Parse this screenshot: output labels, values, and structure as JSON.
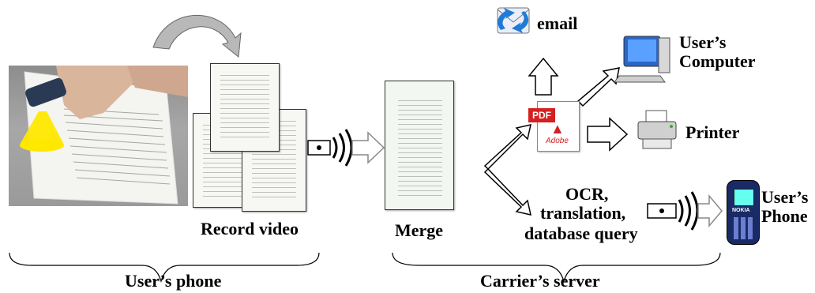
{
  "labels": {
    "record_video": "Record video",
    "users_phone_group": "User’s phone",
    "merge": "Merge",
    "carriers_server": "Carrier’s server",
    "email": "email",
    "users_computer_1": "User’s",
    "users_computer_2": "Computer",
    "printer": "Printer",
    "ocr_1": "OCR,",
    "ocr_2": "translation,",
    "ocr_3": "database query",
    "users_phone_right_1": "User’s",
    "users_phone_right_2": "Phone",
    "pdf_text": "PDF",
    "adobe_text": "Adobe",
    "nokia_text": "NOKIA"
  },
  "colors": {
    "capture_beam": "#ffe800",
    "pdf_red": "#d42020",
    "arrow_gray": "#9a9a9a",
    "outline_arrow": "#ffffff"
  }
}
